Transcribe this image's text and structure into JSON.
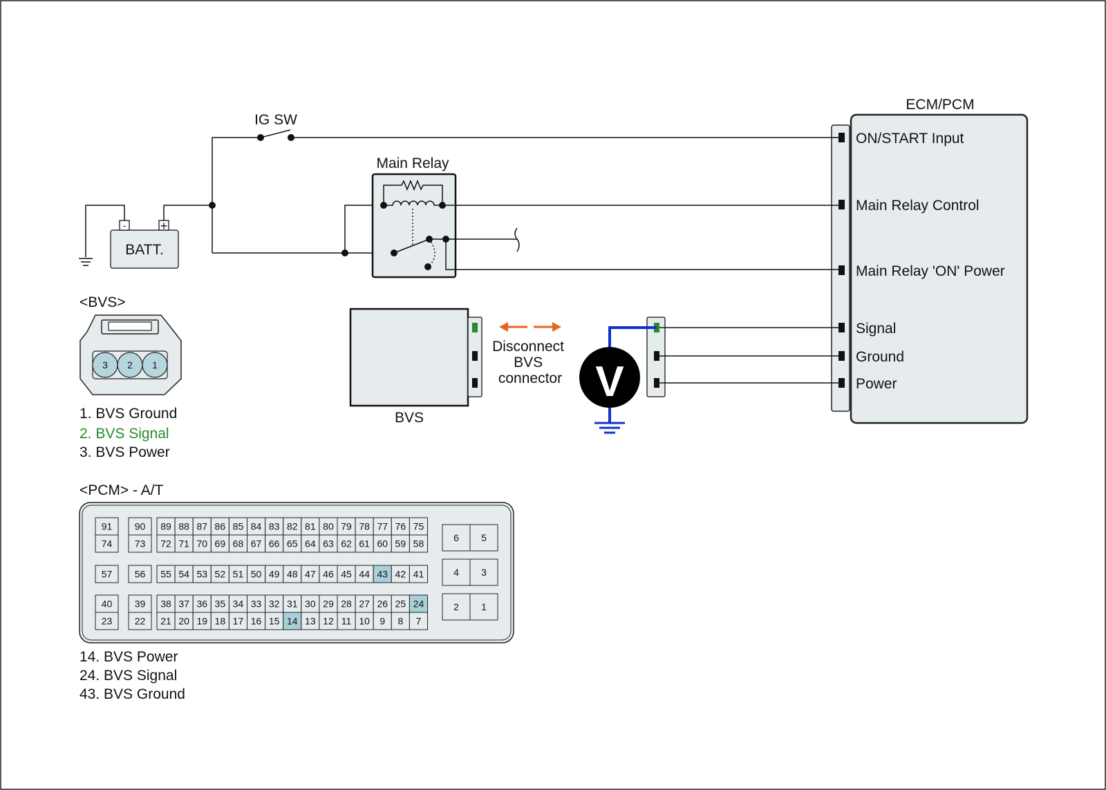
{
  "battery": {
    "label": "BATT.",
    "minus": "-",
    "plus": "+"
  },
  "ig_switch": {
    "label": "IG SW"
  },
  "main_relay": {
    "label": "Main Relay"
  },
  "ecm": {
    "title": "ECM/PCM",
    "terminals": [
      "ON/START Input",
      "Main Relay Control",
      "Main Relay 'ON' Power",
      "Signal",
      "Ground",
      "Power"
    ]
  },
  "bvs_module": {
    "label": "BVS"
  },
  "instruction": {
    "line1": "Disconnect",
    "line2": "BVS",
    "line3": "connector"
  },
  "voltmeter": {
    "symbol": "V"
  },
  "bvs_connector": {
    "title": "<BVS>",
    "pins": [
      "3",
      "2",
      "1"
    ],
    "legend": [
      "1. BVS Ground",
      "2. BVS Signal",
      "3. BVS Power"
    ]
  },
  "pcm_connector": {
    "title": "<PCM> - A/T",
    "highlighted": [
      "43",
      "24",
      "14"
    ],
    "legend": [
      "14. BVS Power",
      "24. BVS Signal",
      "43. BVS Ground"
    ],
    "singles": [
      [
        "91",
        "74"
      ],
      [
        "90",
        "73"
      ],
      [
        "57"
      ],
      [
        "56"
      ],
      [
        "40",
        "23"
      ],
      [
        "39",
        "22"
      ]
    ],
    "block_rows": [
      [
        "89",
        "88",
        "87",
        "86",
        "85",
        "84",
        "83",
        "82",
        "81",
        "80",
        "79",
        "78",
        "77",
        "76",
        "75"
      ],
      [
        "72",
        "71",
        "70",
        "69",
        "68",
        "67",
        "66",
        "65",
        "64",
        "63",
        "62",
        "61",
        "60",
        "59",
        "58"
      ],
      [
        "55",
        "54",
        "53",
        "52",
        "51",
        "50",
        "49",
        "48",
        "47",
        "46",
        "45",
        "44",
        "43",
        "42",
        "41"
      ],
      [
        "38",
        "37",
        "36",
        "35",
        "34",
        "33",
        "32",
        "31",
        "30",
        "29",
        "28",
        "27",
        "26",
        "25",
        "24"
      ],
      [
        "21",
        "20",
        "19",
        "18",
        "17",
        "16",
        "15",
        "14",
        "13",
        "12",
        "11",
        "10",
        "9",
        "8",
        "7"
      ]
    ],
    "right_pairs": [
      [
        "6",
        "5"
      ],
      [
        "4",
        "3"
      ],
      [
        "2",
        "1"
      ]
    ]
  },
  "colors": {
    "wire": "#111111",
    "meter_probe": "#1030d0",
    "arrow": "#e8641e",
    "connector_fill": "#e6eced",
    "pin_highlight": "#a9cfd8",
    "bvs_pin_fill": "#b5d6de",
    "signal_green": "#2a8a2a"
  }
}
